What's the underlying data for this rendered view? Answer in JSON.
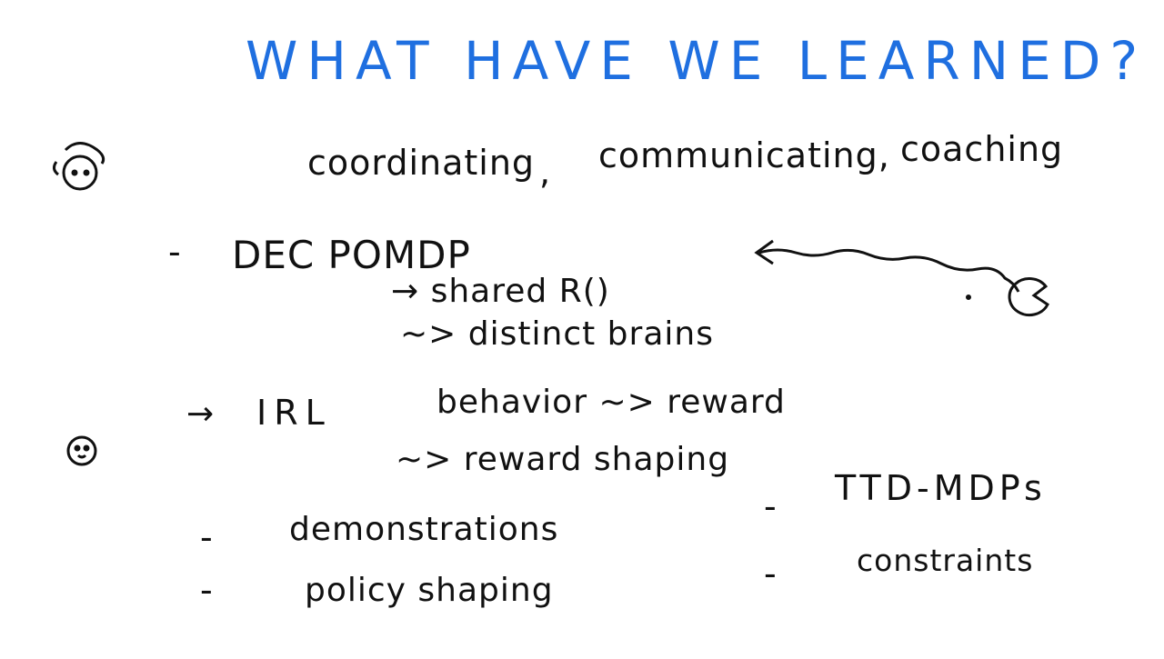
{
  "title": "WHAT HAVE WE LEARNED?",
  "title_color": "#1f6fe0",
  "topics": {
    "coordinating": "coordinating",
    "comma": ",",
    "communicating": "communicating,",
    "coaching": "coaching"
  },
  "dec_pomdp": {
    "bullet": "-",
    "label": "DEC POMDP",
    "sub1": "→ shared R()",
    "sub2": "~> distinct brains"
  },
  "irl": {
    "bullet": "→",
    "label": "IRL",
    "relation": "behavior ~> reward",
    "sub1": "~> reward shaping"
  },
  "left_list": [
    {
      "bullet": "-",
      "label": "demonstrations"
    },
    {
      "bullet": "-",
      "label": "policy shaping"
    }
  ],
  "right_list": [
    {
      "bullet": "-",
      "label": "TTD-MDPs"
    },
    {
      "bullet": "-",
      "label": "constraints"
    }
  ],
  "icons": [
    "face-doodle-icon",
    "small-face-doodle-icon",
    "pacman-doodle-icon",
    "squiggle-arrow-icon"
  ]
}
